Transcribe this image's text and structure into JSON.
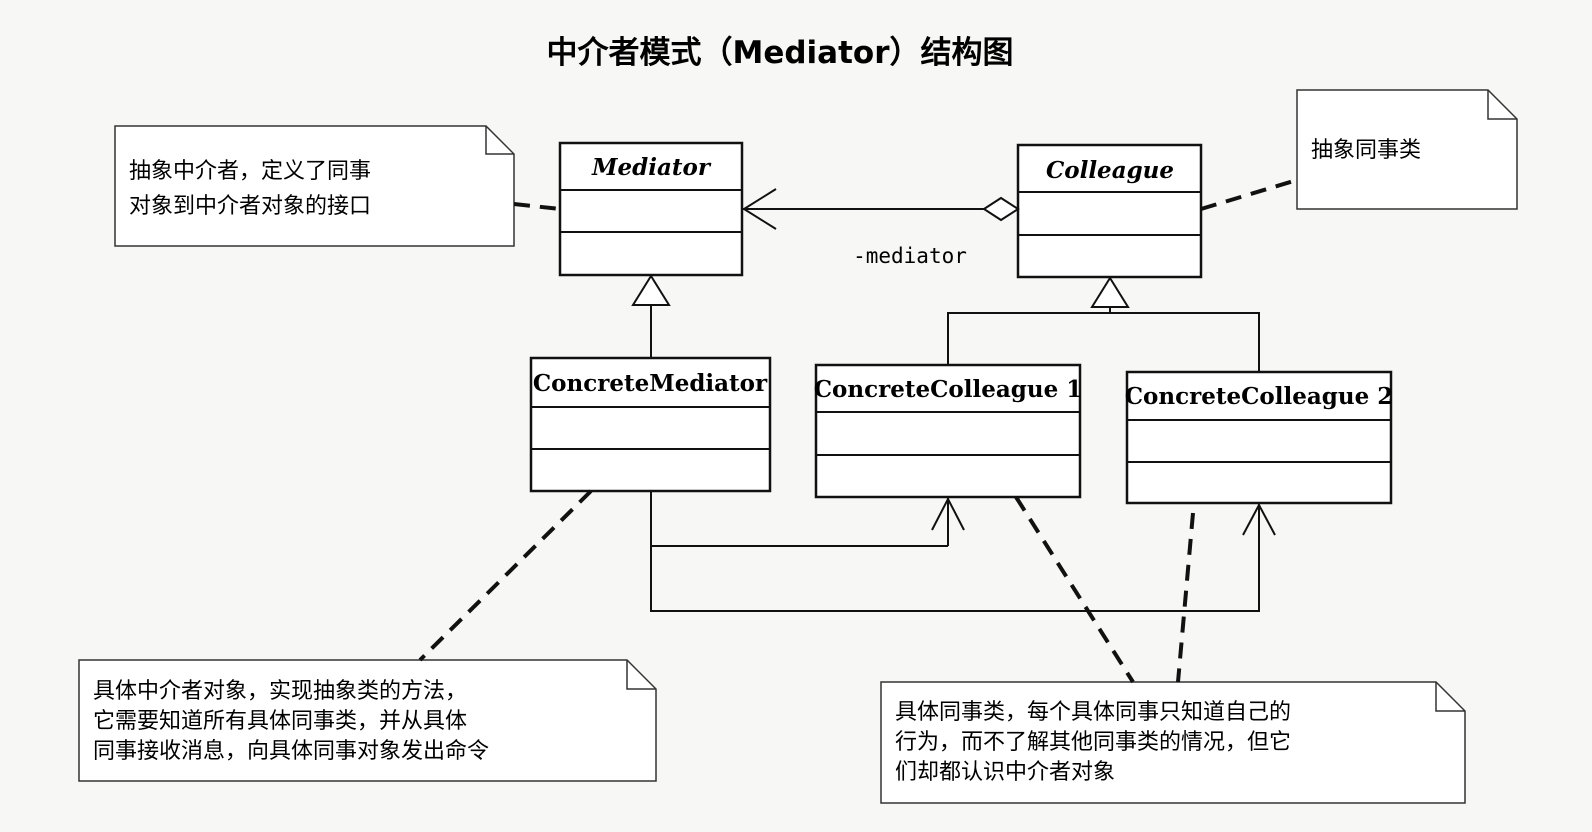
{
  "title": "中介者模式（Mediator）结构图",
  "classes": {
    "mediator": {
      "name": "Mediator",
      "abstract": true
    },
    "colleague": {
      "name": "Colleague",
      "abstract": true
    },
    "concrete_mediator": {
      "name": "ConcreteMediator",
      "abstract": false
    },
    "concrete_colleague_1": {
      "name": "ConcreteColleague 1",
      "abstract": false
    },
    "concrete_colleague_2": {
      "name": "ConcreteColleague 2",
      "abstract": false
    }
  },
  "association_role": "-mediator",
  "notes": {
    "mediator_note": [
      "抽象中介者，定义了同事",
      "对象到中介者对象的接口"
    ],
    "colleague_note": [
      "抽象同事类"
    ],
    "concrete_mediator_note": [
      "具体中介者对象，实现抽象类的方法，",
      "它需要知道所有具体同事类，并从具体",
      "同事接收消息，向具体同事对象发出命令"
    ],
    "concrete_colleague_note": [
      "具体同事类，每个具体同事只知道自己的",
      "行为，而不了解其他同事类的情况，但它",
      "们却都认识中介者对象"
    ]
  }
}
